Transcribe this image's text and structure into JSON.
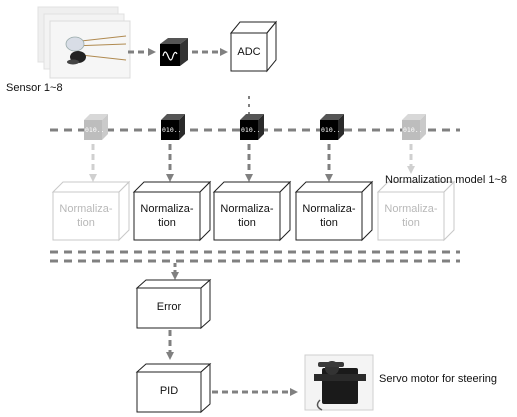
{
  "sensor_label": "Sensor 1~8",
  "adc_label": "ADC",
  "chip_label": "010..",
  "norm_model_label": "Normalization model 1~8",
  "norm_boxes": [
    {
      "line1": "Normaliza-",
      "line2": "tion",
      "active": false
    },
    {
      "line1": "Normaliza-",
      "line2": "tion",
      "active": true
    },
    {
      "line1": "Normaliza-",
      "line2": "tion",
      "active": true
    },
    {
      "line1": "Normaliza-",
      "line2": "tion",
      "active": true
    },
    {
      "line1": "Normaliza-",
      "line2": "tion",
      "active": false
    }
  ],
  "error_label": "Error",
  "pid_label": "PID",
  "servo_label": "Servo motor for steering",
  "colors": {
    "active": "#000000",
    "inactive": "#bdbdbd",
    "connector": "#808080"
  }
}
